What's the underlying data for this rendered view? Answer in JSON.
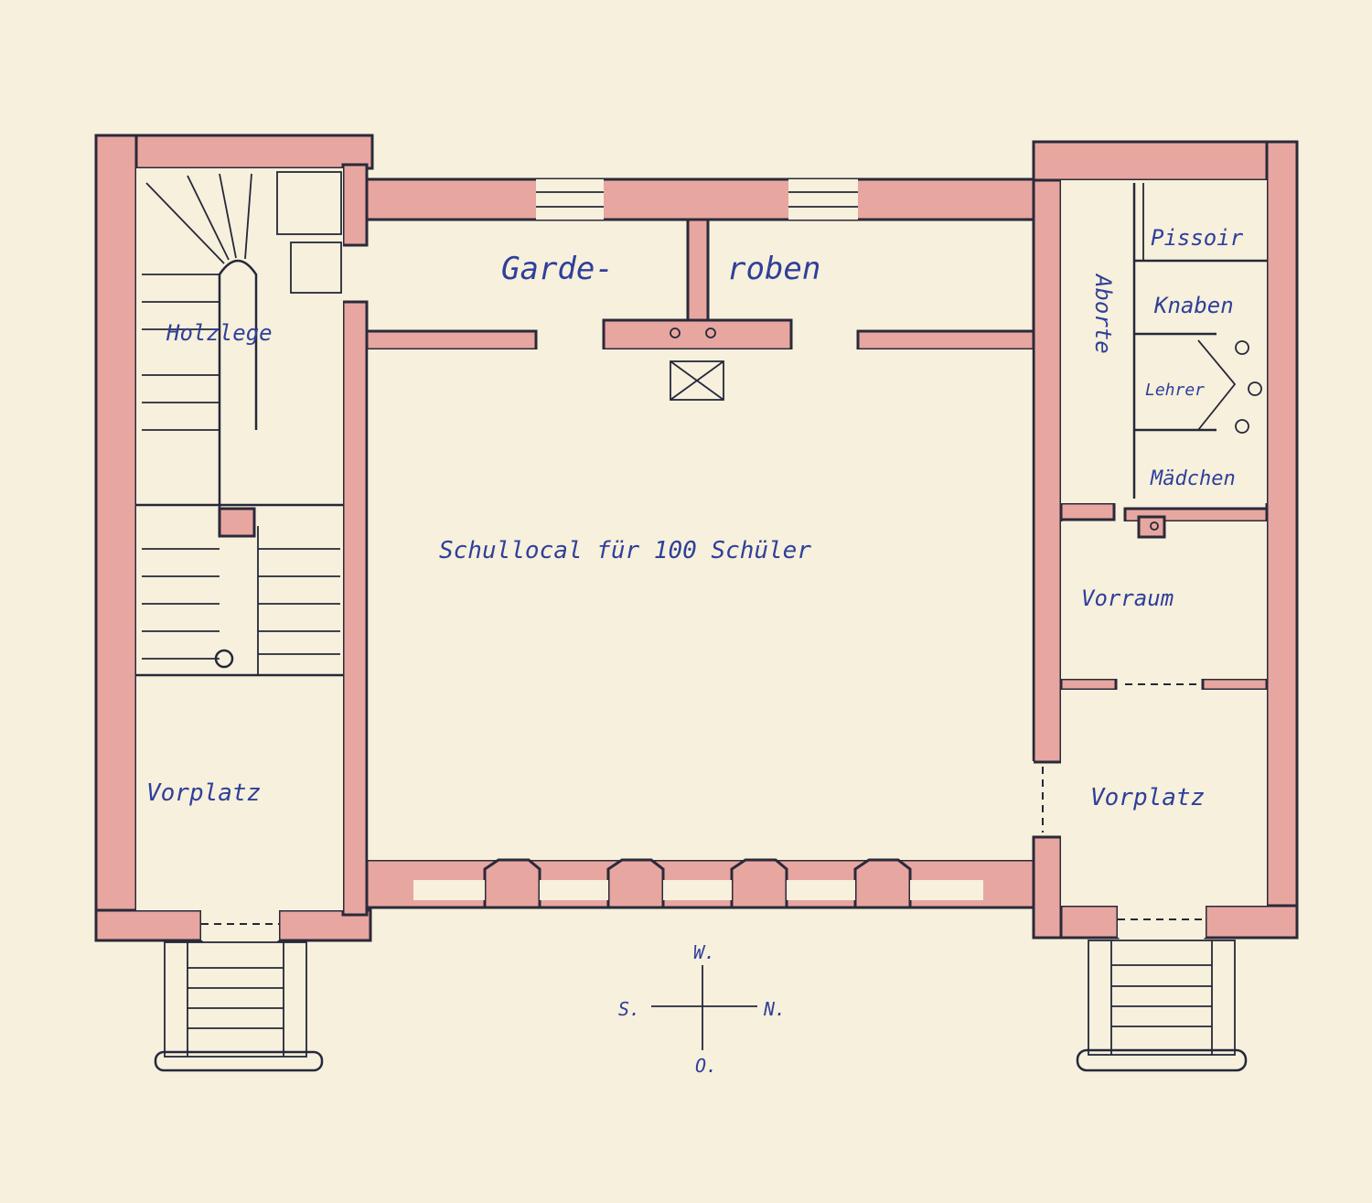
{
  "rooms": {
    "holzlege": "Holzlege",
    "garderoben_left": "Garde-",
    "garderoben_right": "roben",
    "aborte": "Aborte",
    "pissoir": "Pissoir",
    "knaben": "Knaben",
    "lehrer": "Lehrer",
    "maedchen": "Mädchen",
    "schullocal": "Schullocal für 100 Schüler",
    "vorraum": "Vorraum",
    "vorplatz_left": "Vorplatz",
    "vorplatz_right": "Vorplatz"
  },
  "compass": {
    "west": "W.",
    "south": "S.",
    "north": "N.",
    "east": "O."
  },
  "colors": {
    "paper": "#f6f0dc",
    "wall_fill": "#e8a6a0",
    "ink": "#25283a",
    "label_ink": "#2f3f9a"
  }
}
